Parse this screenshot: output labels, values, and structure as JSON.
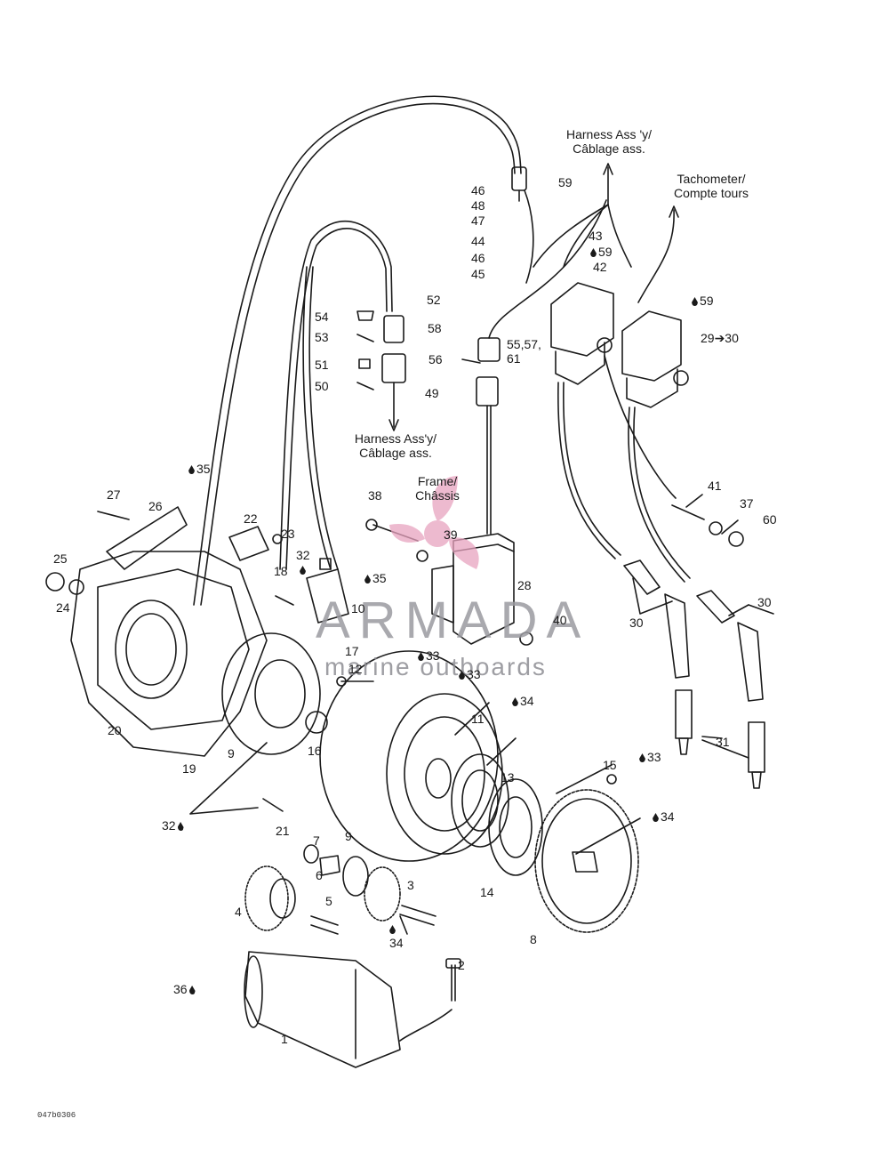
{
  "headings": {
    "harness_top": [
      "Harness Ass 'y/",
      "Câblage ass."
    ],
    "tachometer": [
      "Tachometer/",
      "Compte tours"
    ],
    "harness_mid": [
      "Harness Ass'y/",
      "Câblage ass."
    ],
    "frame": [
      "Frame/",
      "Châssis"
    ]
  },
  "part_labels": {
    "p1": "1",
    "p2": "2",
    "p3": "3",
    "p4": "4",
    "p5": "5",
    "p6": "6",
    "p7": "7",
    "p8": "8",
    "p9a": "9",
    "p9b": "9",
    "p10": "10",
    "p11": "11",
    "p12": "12",
    "p13": "13",
    "p14": "14",
    "p15": "15",
    "p16": "16",
    "p17": "17",
    "p18": "18",
    "p19": "19",
    "p20": "20",
    "p21": "21",
    "p22": "22",
    "p23": "23",
    "p24": "24",
    "p25": "25",
    "p26": "26",
    "p27": "27",
    "p28": "28",
    "p29": "29➔30",
    "p30a": "30",
    "p30b": "30",
    "p31": "31",
    "p32a": "32",
    "p32b": "32",
    "p33a": "33",
    "p33b": "33",
    "p33c": "33",
    "p34a": "34",
    "p34b": "34",
    "p34c": "34",
    "p35a": "35",
    "p35b": "35",
    "p36": "36",
    "p37": "37",
    "p38": "38",
    "p39": "39",
    "p40": "40",
    "p41": "41",
    "p42": "42",
    "p43": "43",
    "p44": "44",
    "p45": "45",
    "p46a": "46",
    "p46b": "46",
    "p47": "47",
    "p48": "48",
    "p49": "49",
    "p50": "50",
    "p51": "51",
    "p52": "52",
    "p53": "53",
    "p54": "54",
    "p55": "55,57,",
    "p61": "61",
    "p56": "56",
    "p58": "58",
    "p59a": "59",
    "p59b": "59",
    "p59c": "59",
    "p60": "60"
  },
  "watermark": {
    "title": "ARMADA",
    "subtitle": "marine outboards",
    "color": "#e8a3bf"
  },
  "reference": "047b0306"
}
